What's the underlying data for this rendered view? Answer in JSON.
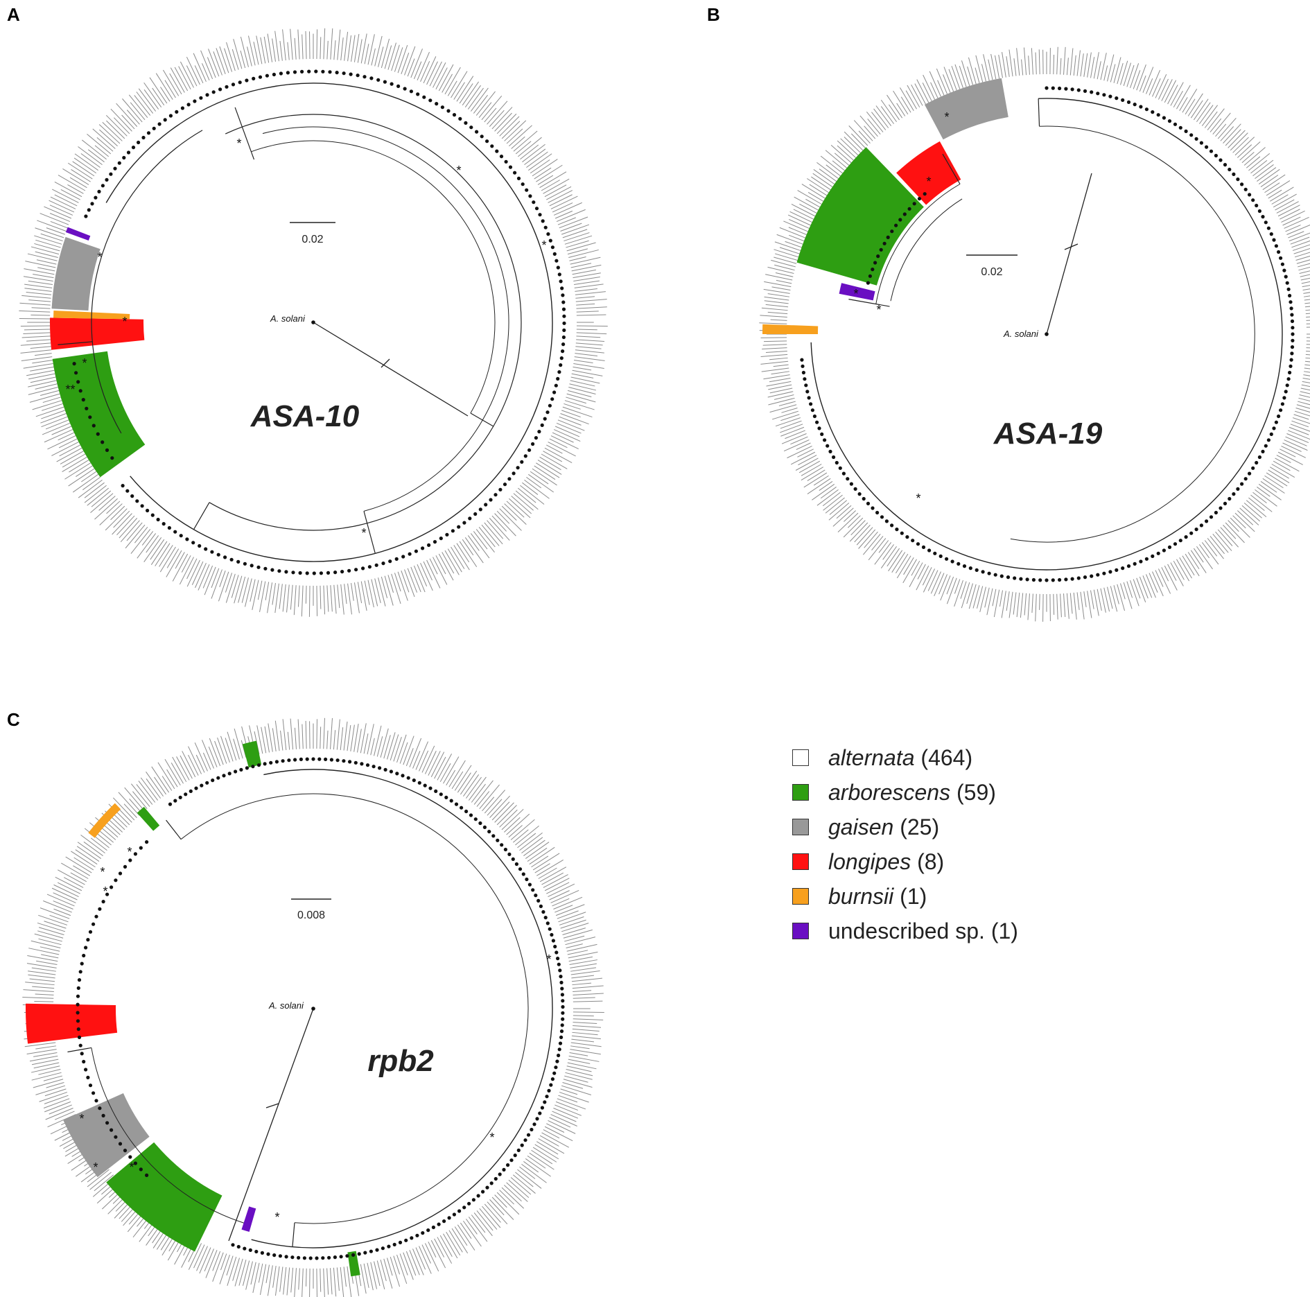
{
  "panels": [
    {
      "letter": "A",
      "title": "ASA-10",
      "scale_label": "0.02",
      "outgroup": "A. solani",
      "cx": 0,
      "cy": 0
    },
    {
      "letter": "B",
      "title": "ASA-19",
      "scale_label": "0.02",
      "outgroup": "A. solani"
    },
    {
      "letter": "C",
      "title": "rpb2",
      "scale_label": "0.008",
      "outgroup": "A. solani"
    }
  ],
  "legend": [
    {
      "name": "alternata",
      "count": "(464)",
      "color": "#ffffff",
      "italic": true
    },
    {
      "name": "arborescens",
      "count": "(59)",
      "color": "#2e9e12",
      "italic": true
    },
    {
      "name": "gaisen",
      "count": "(25)",
      "color": "#999999",
      "italic": true
    },
    {
      "name": "longipes",
      "count": "(8)",
      "color": "#ff1111",
      "italic": true
    },
    {
      "name": "burnsii",
      "count": "(1)",
      "color": "#f7a01e",
      "italic": true
    },
    {
      "name": "undescribed sp.",
      "count": "(1)",
      "color": "#6a0fc2",
      "italic": false
    }
  ],
  "colors": {
    "arborescens": "#2e9e12",
    "gaisen": "#999999",
    "longipes": "#ff1111",
    "burnsii": "#f7a01e",
    "undescribed": "#6a0fc2"
  }
}
